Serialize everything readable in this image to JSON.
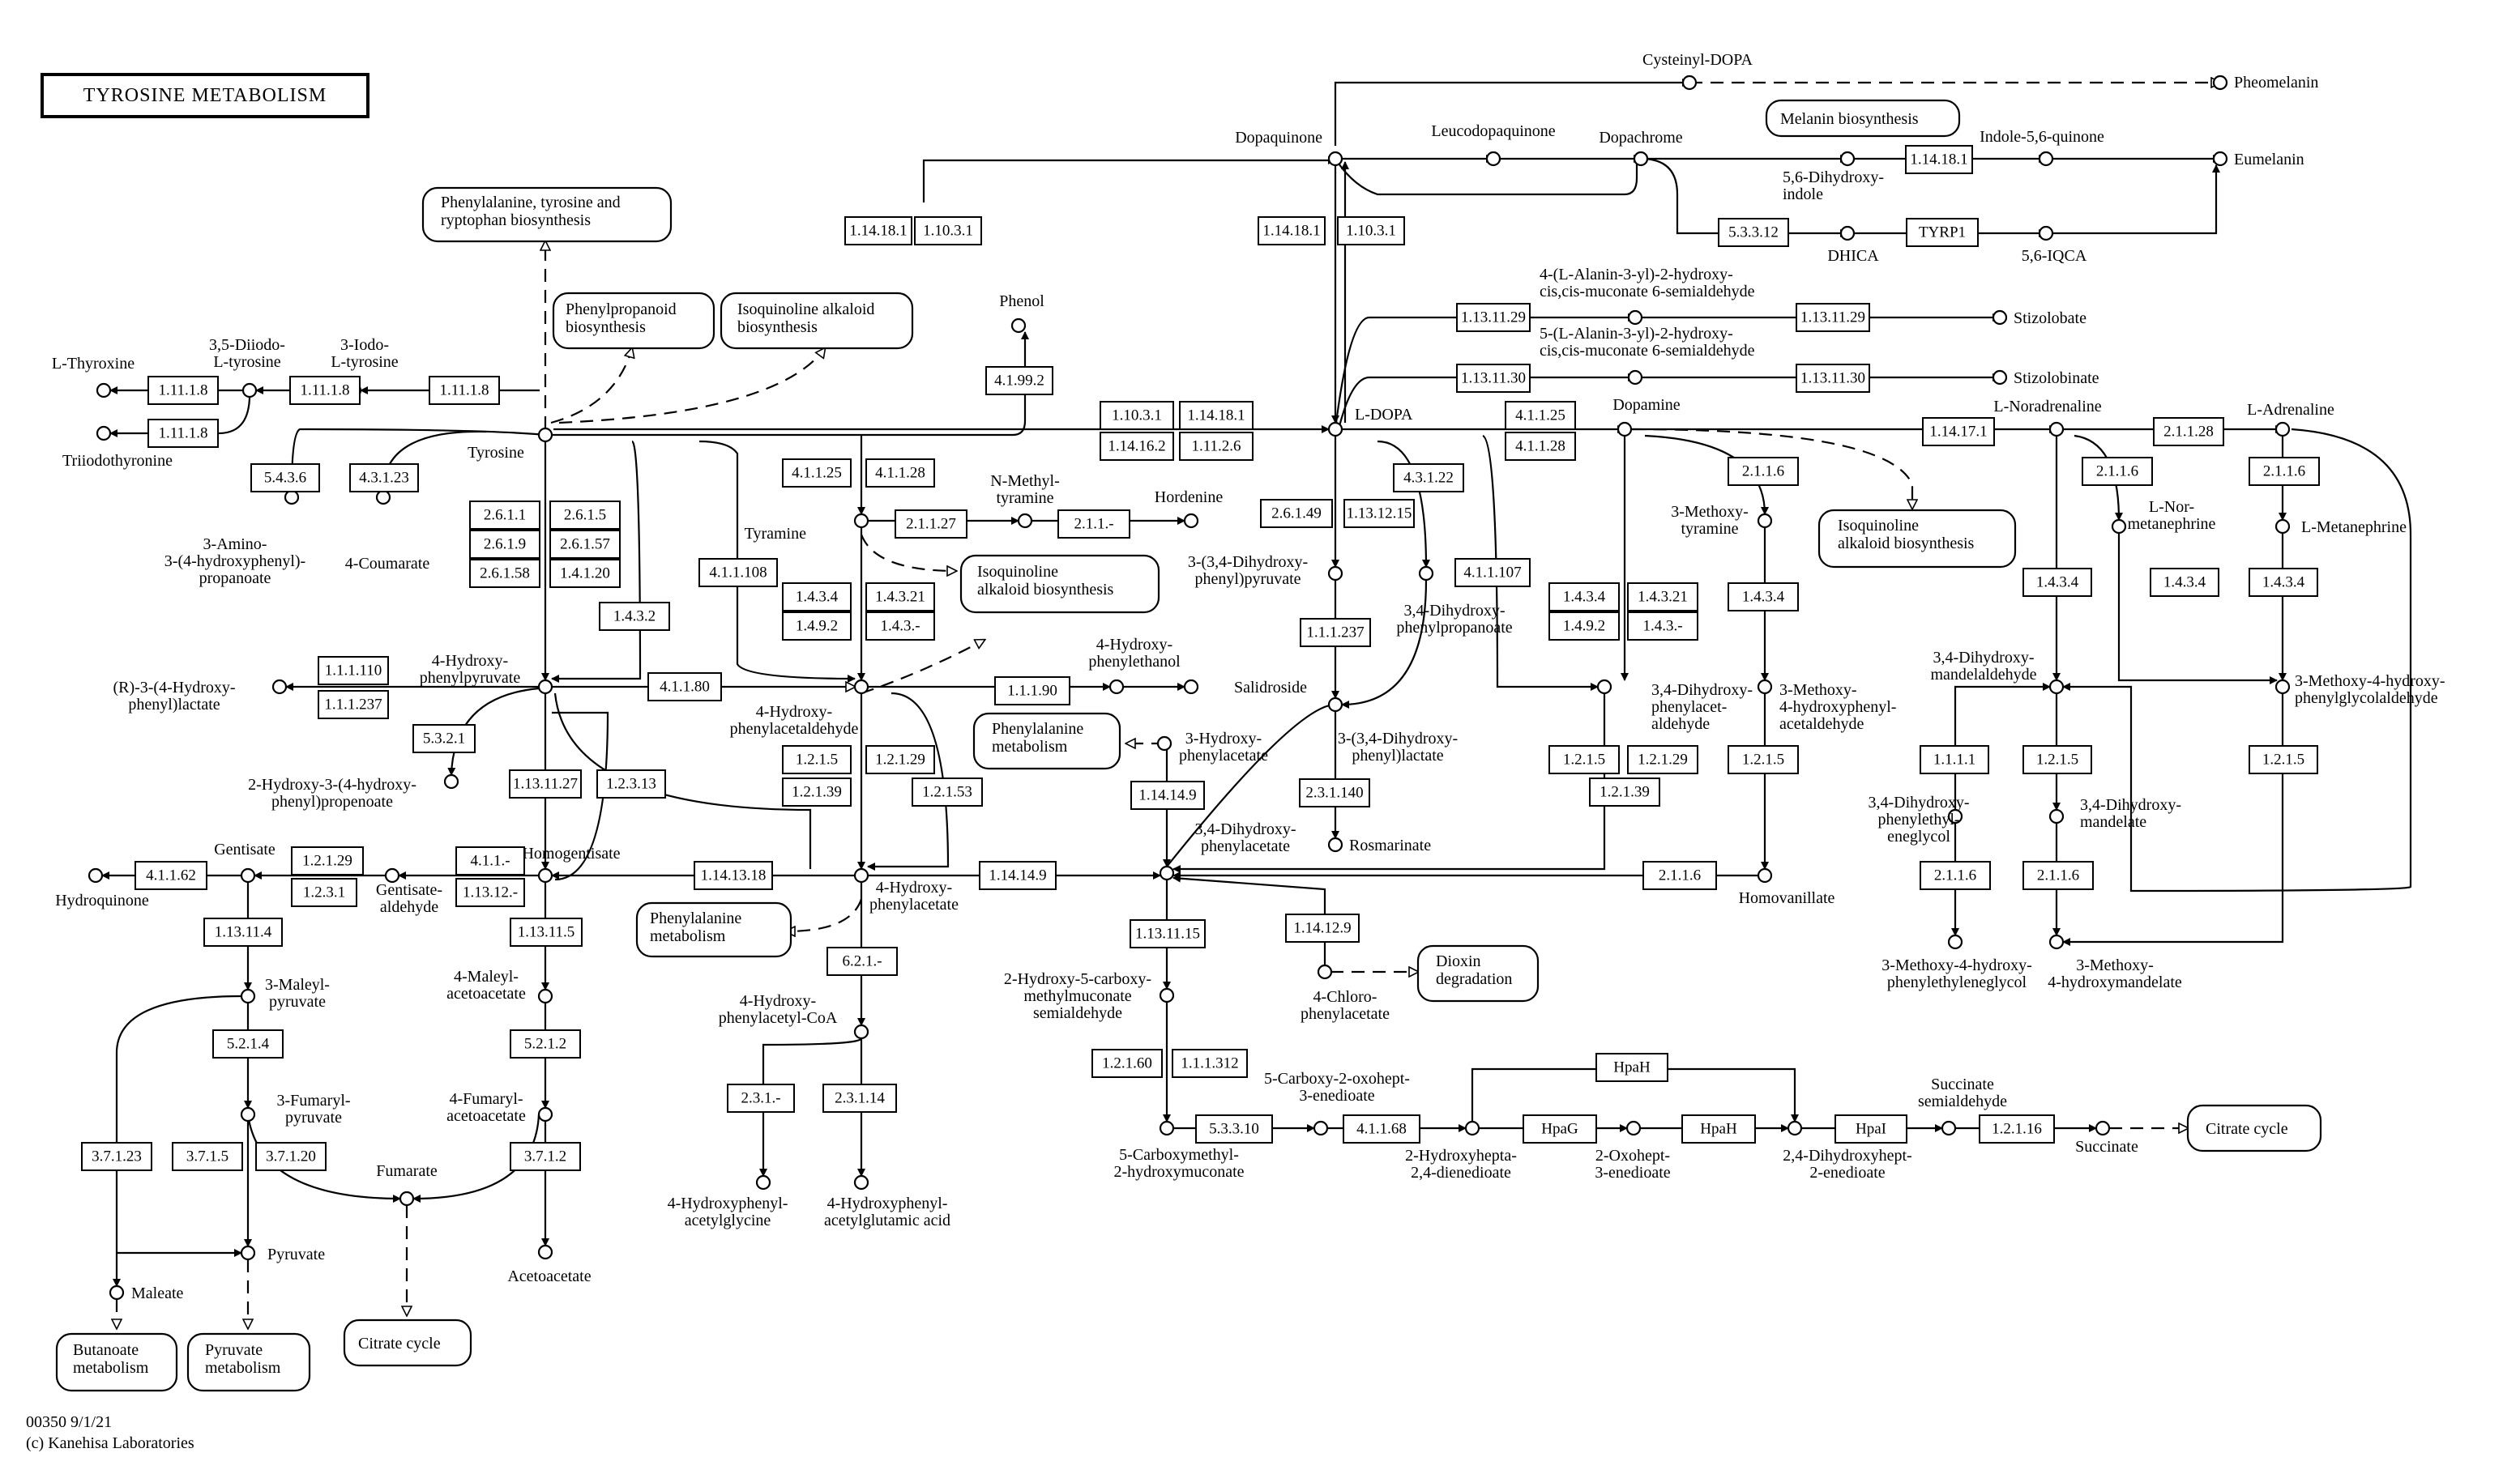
{
  "title": "TYROSINE METABOLISM",
  "footer": {
    "map_id": "00350 9/1/21",
    "copyright": "(c) Kanehisa Laboratories"
  },
  "maps": [
    {
      "id": "phe_tyr_trp",
      "text": "Phenylalanine, tyrosine and\nryptophan biosynthesis"
    },
    {
      "id": "phenylpropanoid",
      "text": "Phenylpropanoid\nbiosynthesis"
    },
    {
      "id": "isoq1",
      "text": "Isoquinoline alkaloid\nbiosynthesis"
    },
    {
      "id": "isoq2",
      "text": "Isoquinoline\nalkaloid biosynthesis"
    },
    {
      "id": "isoq3",
      "text": "Isoquinoline\nalkaloid biosynthesis"
    },
    {
      "id": "melanin",
      "text": "Melanin biosynthesis"
    },
    {
      "id": "phe_met1",
      "text": "Phenylalanine\nmetabolism"
    },
    {
      "id": "phe_met2",
      "text": "Phenylalanine\nmetabolism"
    },
    {
      "id": "dioxin",
      "text": "Dioxin\ndegradation"
    },
    {
      "id": "citrate1",
      "text": "Citrate cycle"
    },
    {
      "id": "citrate2",
      "text": "Citrate cycle"
    },
    {
      "id": "butanoate",
      "text": "Butanoate\nmetabolism"
    },
    {
      "id": "pyruvate_met",
      "text": "Pyruvate\nmetabolism"
    }
  ],
  "compounds": [
    {
      "id": "c_cysdopa",
      "label": "Cysteinyl-DOPA"
    },
    {
      "id": "c_pheomelanin",
      "label": "Pheomelanin"
    },
    {
      "id": "c_dopaquinone",
      "label": "Dopaquinone"
    },
    {
      "id": "c_leucodopaquinone",
      "label": "Leucodopaquinone"
    },
    {
      "id": "c_dopachrome",
      "label": "Dopachrome"
    },
    {
      "id": "c_dhi",
      "label": "5,6-Dihydroxy-\nindole"
    },
    {
      "id": "c_indolequinone",
      "label": "Indole-5,6-quinone"
    },
    {
      "id": "c_eumelanin",
      "label": "Eumelanin"
    },
    {
      "id": "c_dhica",
      "label": "DHICA"
    },
    {
      "id": "c_iqca",
      "label": "5,6-IQCA"
    },
    {
      "id": "c_alanin1",
      "label": "4-(L-Alanin-3-yl)-2-hydroxy-\ncis,cis-muconate 6-semialdehyde"
    },
    {
      "id": "c_stizolobate",
      "label": "Stizolobate"
    },
    {
      "id": "c_alanin2",
      "label": "5-(L-Alanin-3-yl)-2-hydroxy-\ncis,cis-muconate 6-semialdehyde"
    },
    {
      "id": "c_stizolobinate",
      "label": "Stizolobinate"
    },
    {
      "id": "c_phenol",
      "label": "Phenol"
    },
    {
      "id": "c_ldopa",
      "label": "L-DOPA"
    },
    {
      "id": "c_dopamine",
      "label": "Dopamine"
    },
    {
      "id": "c_noradrenaline",
      "label": "L-Noradrenaline"
    },
    {
      "id": "c_adrenaline",
      "label": "L-Adrenaline"
    },
    {
      "id": "c_thyroxine",
      "label": "L-Thyroxine"
    },
    {
      "id": "c_diiodo",
      "label": "3,5-Diiodo-\nL-tyrosine"
    },
    {
      "id": "c_iodo",
      "label": "3-Iodo-\nL-tyrosine"
    },
    {
      "id": "c_triiodo",
      "label": "Triiodothyronine"
    },
    {
      "id": "c_tyrosine",
      "label": "Tyrosine"
    },
    {
      "id": "c_amino",
      "label": "3-Amino-\n3-(4-hydroxyphenyl)-\npropanoate"
    },
    {
      "id": "c_coumarate",
      "label": "4-Coumarate"
    },
    {
      "id": "c_nmethyltyramine",
      "label": "N-Methyl-\ntyramine"
    },
    {
      "id": "c_hordenine",
      "label": "Hordenine"
    },
    {
      "id": "c_tyramine",
      "label": "Tyramine"
    },
    {
      "id": "c_dhpp",
      "label": "3-(3,4-Dihydroxy-\nphenyl)pyruvate"
    },
    {
      "id": "c_dhppa",
      "label": "3,4-Dihydroxy-\nphenylpropanoate"
    },
    {
      "id": "c_methoxytyramine",
      "label": "3-Methoxy-\ntyramine"
    },
    {
      "id": "c_nor_metanephrine",
      "label": "L-Nor-\nmetanephrine"
    },
    {
      "id": "c_metanephrine",
      "label": "L-Metanephrine"
    },
    {
      "id": "c_hpp",
      "label": "4-Hydroxy-\nphenylpyruvate"
    },
    {
      "id": "c_rlactate",
      "label": "(R)-3-(4-Hydroxy-\nphenyl)lactate"
    },
    {
      "id": "c_hydroxypropenoate",
      "label": "2-Hydroxy-3-(4-hydroxy-\nphenyl)propenoate"
    },
    {
      "id": "c_hpaa",
      "label": "4-Hydroxy-\nphenylacetaldehyde"
    },
    {
      "id": "c_hpethanol",
      "label": "4-Hydroxy-\nphenylethanol"
    },
    {
      "id": "c_salidroside",
      "label": "Salidroside"
    },
    {
      "id": "c_dhpl",
      "label": "3-(3,4-Dihydroxy-\nphenyl)lactate"
    },
    {
      "id": "c_rosmarinate",
      "label": "Rosmarinate"
    },
    {
      "id": "c_dhpacetaldehyde",
      "label": "3,4-Dihydroxy-\nphenylacet-\naldehyde"
    },
    {
      "id": "c_mhpacetaldehyde",
      "label": "3-Methoxy-\n4-hydroxyphenyl-\nacetaldehyde"
    },
    {
      "id": "c_dhmandelaldehyde",
      "label": "3,4-Dihydroxy-\nmandelaldehyde"
    },
    {
      "id": "c_mhpgaldehyde",
      "label": "3-Methoxy-4-hydroxy-\nphenylglycolaldehyde"
    },
    {
      "id": "c_hpacetate3",
      "label": "3-Hydroxy-\nphenylacetate"
    },
    {
      "id": "c_dhpacetate",
      "label": "3,4-Dihydroxy-\nphenylacetate"
    },
    {
      "id": "c_dhpeg",
      "label": "3,4-Dihydroxy-\nphenylethyl-\neneglycol"
    },
    {
      "id": "c_dhmandelate",
      "label": "3,4-Dihydroxy-\nmandelate"
    },
    {
      "id": "c_mhpeg",
      "label": "3-Methoxy-4-hydroxy-\nphenylethyleneglycol"
    },
    {
      "id": "c_vma",
      "label": "3-Methoxy-\n4-hydroxymandelate"
    },
    {
      "id": "c_homovanillate",
      "label": "Homovanillate"
    },
    {
      "id": "c_hydroquinone",
      "label": "Hydroquinone"
    },
    {
      "id": "c_gentisate",
      "label": "Gentisate"
    },
    {
      "id": "c_gentisatealdehyde",
      "label": "Gentisate-\naldehyde"
    },
    {
      "id": "c_homogentisate",
      "label": "Homogentisate"
    },
    {
      "id": "c_hpacetate4",
      "label": "4-Hydroxy-\nphenylacetate"
    },
    {
      "id": "c_maleylpyruvate",
      "label": "3-Maleyl-\npyruvate"
    },
    {
      "id": "c_maleylacetoacetate",
      "label": "4-Maleyl-\nacetoacetate"
    },
    {
      "id": "c_hpacetylcoa",
      "label": "4-Hydroxy-\nphenylacetyl-CoA"
    },
    {
      "id": "c_hydroxycarboxy",
      "label": "2-Hydroxy-5-carboxy-\nmethylmuconate\nsemialdehyde"
    },
    {
      "id": "c_chlorophenylacetate",
      "label": "4-Chloro-\nphenylacetate"
    },
    {
      "id": "c_fumarylpyruvate",
      "label": "3-Fumaryl-\npyruvate"
    },
    {
      "id": "c_fumarylacetoacetate",
      "label": "4-Fumaryl-\nacetoacetate"
    },
    {
      "id": "c_fumarate",
      "label": "Fumarate"
    },
    {
      "id": "c_pyruvate",
      "label": "Pyruvate"
    },
    {
      "id": "c_maleate",
      "label": "Maleate"
    },
    {
      "id": "c_acetoacetate",
      "label": "Acetoacetate"
    },
    {
      "id": "c_acetylglycine",
      "label": "4-Hydroxyphenyl-\nacetylglycine"
    },
    {
      "id": "c_acetylglutamic",
      "label": "4-Hydroxyphenyl-\nacetylglutamic acid"
    },
    {
      "id": "c_carboxymethyl",
      "label": "5-Carboxymethyl-\n2-hydroxymuconate"
    },
    {
      "id": "c_carboxyoxohept",
      "label": "5-Carboxy-2-oxohept-\n3-enedioate"
    },
    {
      "id": "c_hydroxyhepta",
      "label": "2-Hydroxyhepta-\n2,4-dienedioate"
    },
    {
      "id": "c_oxohept",
      "label": "2-Oxohept-\n3-enedioate"
    },
    {
      "id": "c_dihydroxyhept",
      "label": "2,4-Dihydroxyhept-\n2-enedioate"
    },
    {
      "id": "c_succsemialdehyde",
      "label": "Succinate\nsemialdehyde"
    },
    {
      "id": "c_succinate",
      "label": "Succinate"
    }
  ],
  "enzymes": [
    {
      "id": "e_1",
      "label": "1.14.18.1"
    },
    {
      "id": "e_2",
      "label": "1.10.3.1"
    },
    {
      "id": "e_3",
      "label": "1.14.18.1"
    },
    {
      "id": "e_4",
      "label": "1.10.3.1"
    },
    {
      "id": "e_5",
      "label": "1.14.18.1"
    },
    {
      "id": "e_6",
      "label": "5.3.3.12"
    },
    {
      "id": "e_7",
      "label": "TYRP1"
    },
    {
      "id": "e_8",
      "label": "1.13.11.29"
    },
    {
      "id": "e_9",
      "label": "1.13.11.29"
    },
    {
      "id": "e_10",
      "label": "1.13.11.30"
    },
    {
      "id": "e_11",
      "label": "1.13.11.30"
    },
    {
      "id": "e_12",
      "label": "4.1.99.2"
    },
    {
      "id": "e_13",
      "label": "1.10.3.1"
    },
    {
      "id": "e_14",
      "label": "1.14.18.1"
    },
    {
      "id": "e_15",
      "label": "1.14.16.2"
    },
    {
      "id": "e_16",
      "label": "1.11.2.6"
    },
    {
      "id": "e_17",
      "label": "4.1.1.25"
    },
    {
      "id": "e_18",
      "label": "4.1.1.28"
    },
    {
      "id": "e_19",
      "label": "1.14.17.1"
    },
    {
      "id": "e_20",
      "label": "2.1.1.28"
    },
    {
      "id": "e_21",
      "label": "1.11.1.8"
    },
    {
      "id": "e_22",
      "label": "1.11.1.8"
    },
    {
      "id": "e_23",
      "label": "1.11.1.8"
    },
    {
      "id": "e_24",
      "label": "1.11.1.8"
    },
    {
      "id": "e_25",
      "label": "5.4.3.6"
    },
    {
      "id": "e_26",
      "label": "4.3.1.23"
    },
    {
      "id": "e_27",
      "label": "4.1.1.25"
    },
    {
      "id": "e_28",
      "label": "4.1.1.28"
    },
    {
      "id": "e_29",
      "label": "2.1.1.27"
    },
    {
      "id": "e_30",
      "label": "2.1.1.-"
    },
    {
      "id": "e_31",
      "label": "2.6.1.49"
    },
    {
      "id": "e_32",
      "label": "1.13.12.15"
    },
    {
      "id": "e_33",
      "label": "4.3.1.22"
    },
    {
      "id": "e_34",
      "label": "4.1.1.107"
    },
    {
      "id": "e_35",
      "label": "2.1.1.6"
    },
    {
      "id": "e_36",
      "label": "2.1.1.6"
    },
    {
      "id": "e_37",
      "label": "2.1.1.6"
    },
    {
      "id": "e_38",
      "label": "2.6.1.1"
    },
    {
      "id": "e_39",
      "label": "2.6.1.5"
    },
    {
      "id": "e_40",
      "label": "2.6.1.9"
    },
    {
      "id": "e_41",
      "label": "2.6.1.57"
    },
    {
      "id": "e_42",
      "label": "2.6.1.58"
    },
    {
      "id": "e_43",
      "label": "1.4.1.20"
    },
    {
      "id": "e_44",
      "label": "1.4.3.2"
    },
    {
      "id": "e_45",
      "label": "4.1.1.108"
    },
    {
      "id": "e_46",
      "label": "1.4.3.4"
    },
    {
      "id": "e_47",
      "label": "1.4.3.21"
    },
    {
      "id": "e_48",
      "label": "1.4.9.2"
    },
    {
      "id": "e_49",
      "label": "1.4.3.-"
    },
    {
      "id": "e_50",
      "label": "1.1.1.237"
    },
    {
      "id": "e_51",
      "label": "1.4.3.4"
    },
    {
      "id": "e_52",
      "label": "1.4.3.21"
    },
    {
      "id": "e_53",
      "label": "1.4.9.2"
    },
    {
      "id": "e_54",
      "label": "1.4.3.-"
    },
    {
      "id": "e_55",
      "label": "1.4.3.4"
    },
    {
      "id": "e_56",
      "label": "1.4.3.4"
    },
    {
      "id": "e_57",
      "label": "1.4.3.4"
    },
    {
      "id": "e_58",
      "label": "1.4.3.4"
    },
    {
      "id": "e_59",
      "label": "1.1.1.110"
    },
    {
      "id": "e_60",
      "label": "1.1.1.237"
    },
    {
      "id": "e_61",
      "label": "4.1.1.80"
    },
    {
      "id": "e_62",
      "label": "1.1.1.90"
    },
    {
      "id": "e_63",
      "label": "5.3.2.1"
    },
    {
      "id": "e_64",
      "label": "1.2.1.5"
    },
    {
      "id": "e_65",
      "label": "1.2.1.29"
    },
    {
      "id": "e_66",
      "label": "1.2.1.39"
    },
    {
      "id": "e_67",
      "label": "1.2.1.53"
    },
    {
      "id": "e_68",
      "label": "1.13.11.27"
    },
    {
      "id": "e_69",
      "label": "1.2.3.13"
    },
    {
      "id": "e_70",
      "label": "1.14.14.9"
    },
    {
      "id": "e_71",
      "label": "2.3.1.140"
    },
    {
      "id": "e_72",
      "label": "1.2.1.5"
    },
    {
      "id": "e_73",
      "label": "1.2.1.29"
    },
    {
      "id": "e_74",
      "label": "1.2.1.39"
    },
    {
      "id": "e_75",
      "label": "1.2.1.5"
    },
    {
      "id": "e_76",
      "label": "1.1.1.1"
    },
    {
      "id": "e_77",
      "label": "1.2.1.5"
    },
    {
      "id": "e_78",
      "label": "1.2.1.5"
    },
    {
      "id": "e_79",
      "label": "4.1.1.62"
    },
    {
      "id": "e_80",
      "label": "1.2.1.29"
    },
    {
      "id": "e_81",
      "label": "1.2.3.1"
    },
    {
      "id": "e_82",
      "label": "4.1.1.-"
    },
    {
      "id": "e_83",
      "label": "1.13.12.-"
    },
    {
      "id": "e_84",
      "label": "1.14.13.18"
    },
    {
      "id": "e_85",
      "label": "1.14.14.9"
    },
    {
      "id": "e_86",
      "label": "2.1.1.6"
    },
    {
      "id": "e_87",
      "label": "1.13.11.4"
    },
    {
      "id": "e_88",
      "label": "1.13.11.5"
    },
    {
      "id": "e_89",
      "label": "6.2.1.-"
    },
    {
      "id": "e_90",
      "label": "1.13.11.15"
    },
    {
      "id": "e_91",
      "label": "1.14.12.9"
    },
    {
      "id": "e_92",
      "label": "2.1.1.6"
    },
    {
      "id": "e_93",
      "label": "2.1.1.6"
    },
    {
      "id": "e_94",
      "label": "5.2.1.4"
    },
    {
      "id": "e_95",
      "label": "5.2.1.2"
    },
    {
      "id": "e_96",
      "label": "2.3.1.-"
    },
    {
      "id": "e_97",
      "label": "2.3.1.14"
    },
    {
      "id": "e_98",
      "label": "1.2.1.60"
    },
    {
      "id": "e_99",
      "label": "1.1.1.312"
    },
    {
      "id": "e_100",
      "label": "HpaH"
    },
    {
      "id": "e_101",
      "label": "3.7.1.23"
    },
    {
      "id": "e_102",
      "label": "3.7.1.5"
    },
    {
      "id": "e_103",
      "label": "3.7.1.20"
    },
    {
      "id": "e_104",
      "label": "3.7.1.2"
    },
    {
      "id": "e_105",
      "label": "5.3.3.10"
    },
    {
      "id": "e_106",
      "label": "4.1.1.68"
    },
    {
      "id": "e_107",
      "label": "HpaG"
    },
    {
      "id": "e_108",
      "label": "HpaH"
    },
    {
      "id": "e_109",
      "label": "HpaI"
    },
    {
      "id": "e_110",
      "label": "1.2.1.16"
    }
  ]
}
